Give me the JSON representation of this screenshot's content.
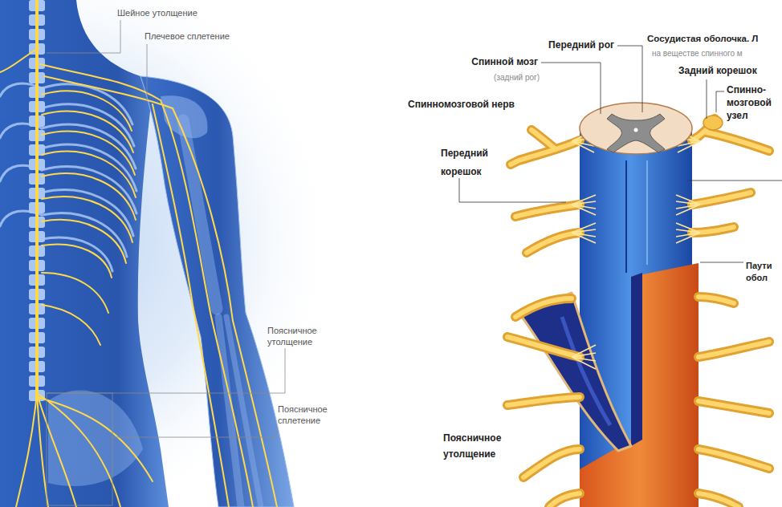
{
  "diagram": {
    "labels": [
      "Шейное утолщение",
      "Плечевое сплетение",
      "Поясничное утолщение",
      "Поясничное сплетение",
      "Передний рог",
      "Сосудистая оболочка. Л",
      "на веществе спинного м",
      "Спинной мозг",
      "(задний рог)",
      "Задний корешок",
      "Спинно- мозговой узел",
      "Спинномозговой нерв",
      "Передний корешок",
      "Паути обол",
      "Поясничное утолщение"
    ]
  }
}
